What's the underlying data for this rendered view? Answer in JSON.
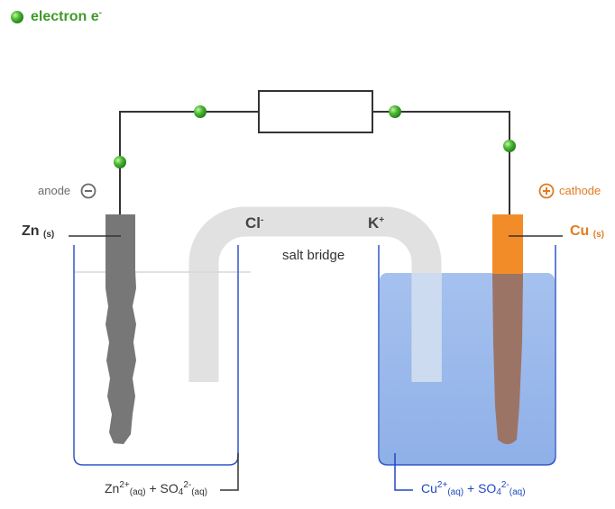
{
  "legend": {
    "text": "electron e",
    "charge": "-"
  },
  "anode": {
    "label": "anode",
    "sign": "−"
  },
  "cathode": {
    "label": "cathode",
    "sign": "+"
  },
  "left_electrode": {
    "symbol": "Zn",
    "state": "(s)"
  },
  "right_electrode": {
    "symbol": "Cu",
    "state": "(s)"
  },
  "salt_bridge": {
    "label": "salt bridge",
    "anion": {
      "symbol": "Cl",
      "charge": "-"
    },
    "cation": {
      "symbol": "K",
      "charge": "+"
    }
  },
  "left_solution": {
    "cation": "Zn",
    "cation_charge": "2+",
    "cation_state": "(aq)",
    "plus": "+",
    "anion": "SO",
    "anion_sub": "4",
    "anion_charge": "2-",
    "anion_state": "(aq)"
  },
  "right_solution": {
    "cation": "Cu",
    "cation_charge": "2+",
    "cation_state": "(aq)",
    "plus": "+",
    "anion": "SO",
    "anion_sub": "4",
    "anion_charge": "2-",
    "anion_state": "(aq)"
  },
  "colors": {
    "electron": "#39a82a",
    "zinc": "#777777",
    "copper_top": "#f28c28",
    "copper_body": "#9c7466",
    "solution_blue": "#a9c4ef",
    "beaker_outline": "#2f57c9",
    "bridge": "#e1e1e1",
    "anode_text": "#6b6b6b",
    "cathode_text": "#e07c20"
  }
}
